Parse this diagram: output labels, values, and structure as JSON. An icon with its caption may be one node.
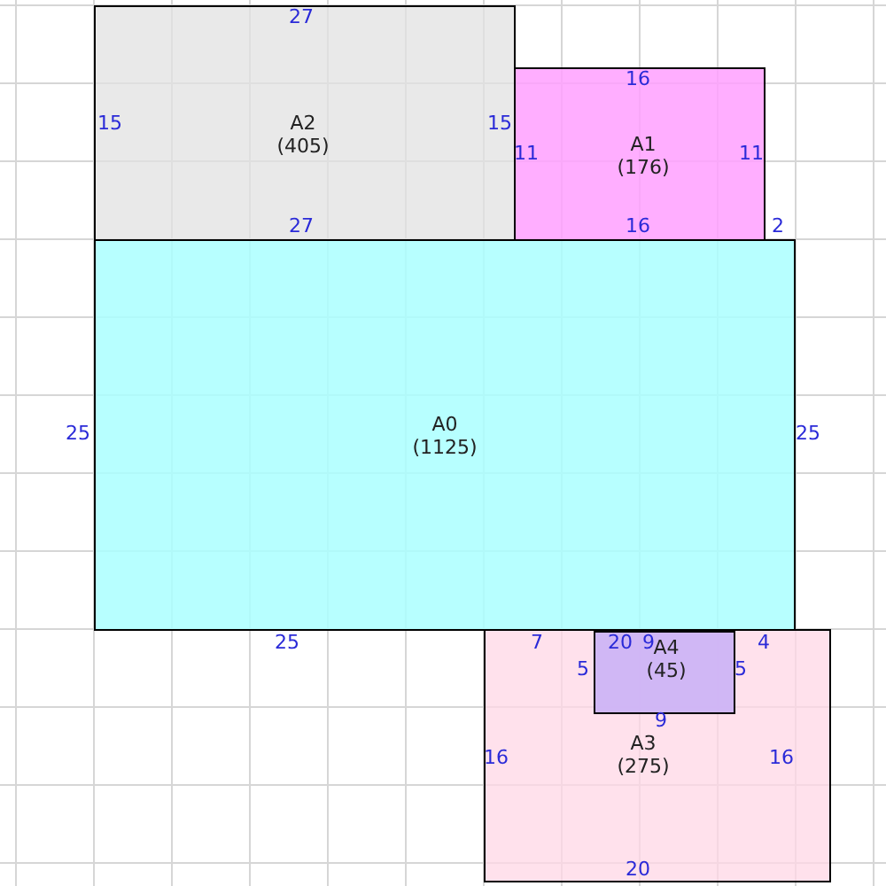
{
  "diagram": {
    "nodes": [
      {
        "text": [
          "A2",
          "(405)"
        ]
      },
      {
        "text": [
          "A1",
          "(176)"
        ]
      },
      {
        "text": [
          "A0",
          "(1125)"
        ]
      },
      {
        "text": [
          "A3",
          "(275)"
        ]
      },
      {
        "text": [
          "A4",
          "(45)"
        ],
        "in": 3
      }
    ],
    "labels": [
      "27",
      "15",
      "15",
      "16",
      "11",
      "11",
      "27",
      "16",
      "2",
      "25",
      "25",
      "25",
      "7",
      "20",
      "9",
      "4",
      "5",
      "5",
      "9",
      "16",
      "16",
      "20"
    ]
  }
}
